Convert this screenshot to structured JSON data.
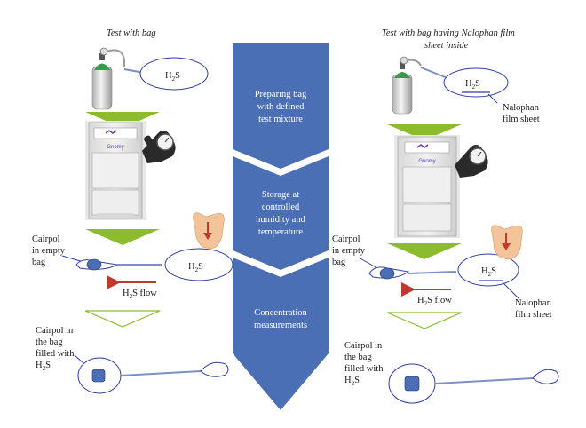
{
  "left_title": "Test with bag",
  "right_title_line1": "Test with bag having Nalophan film",
  "right_title_line2": "sheet inside",
  "steps": {
    "s1": [
      "Preparing bag",
      "with defined",
      "test mixture"
    ],
    "s2": [
      "Storage at",
      "controlled",
      "humidity and",
      "temperature"
    ],
    "s3": [
      "Concentration",
      "measurements"
    ]
  },
  "gas_label": {
    "main": "H",
    "sub": "2",
    "tail": "S"
  },
  "flow_label": {
    "main": "H",
    "sub": "2",
    "tail": "S flow"
  },
  "cairpol_empty": [
    "Cairpol",
    "in empty",
    "bag"
  ],
  "cairpol_filled": [
    "Cairpol in",
    "the bag",
    "filled with"
  ],
  "nalophan": [
    "Nalophan",
    "film sheet"
  ],
  "chamber_brand": "Gnomy",
  "colors": {
    "arrow_blue": "#4a6fb5",
    "green": "#8dbb2e",
    "outline_blue": "#2f3ea8",
    "flow_red": "#c0392b",
    "cylinder_green": "#3a9a4a"
  }
}
